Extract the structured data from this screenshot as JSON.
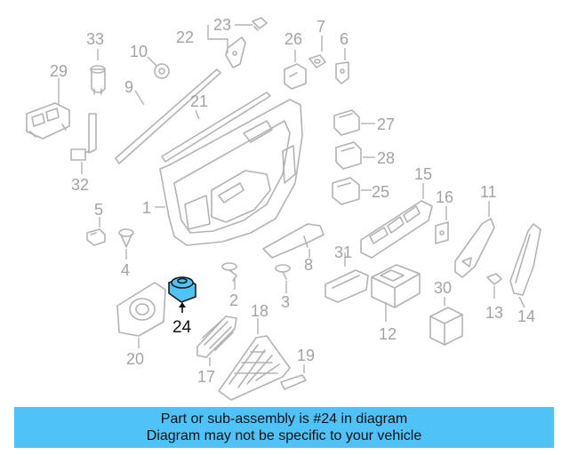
{
  "diagram": {
    "labels": {
      "n1": "1",
      "n2": "2",
      "n3": "3",
      "n4": "4",
      "n5": "5",
      "n6": "6",
      "n7": "7",
      "n8": "8",
      "n9": "9",
      "n10": "10",
      "n11": "11",
      "n12": "12",
      "n13": "13",
      "n14": "14",
      "n15": "15",
      "n16": "16",
      "n17": "17",
      "n18": "18",
      "n19": "19",
      "n20": "20",
      "n21": "21",
      "n22": "22",
      "n23": "23",
      "n24": "24",
      "n25": "25",
      "n26": "26",
      "n27": "27",
      "n28": "28",
      "n29": "29",
      "n30": "30",
      "n31": "31",
      "n32": "32",
      "n33": "33"
    },
    "highlighted_part": "24",
    "highlight_color": "#4fc3f7",
    "line_color": "#b3b3b3"
  },
  "banner": {
    "line1": "Part or sub-assembly is #24 in diagram",
    "line2": "Diagram may not be specific to your vehicle",
    "background": "#4fc3f7"
  }
}
